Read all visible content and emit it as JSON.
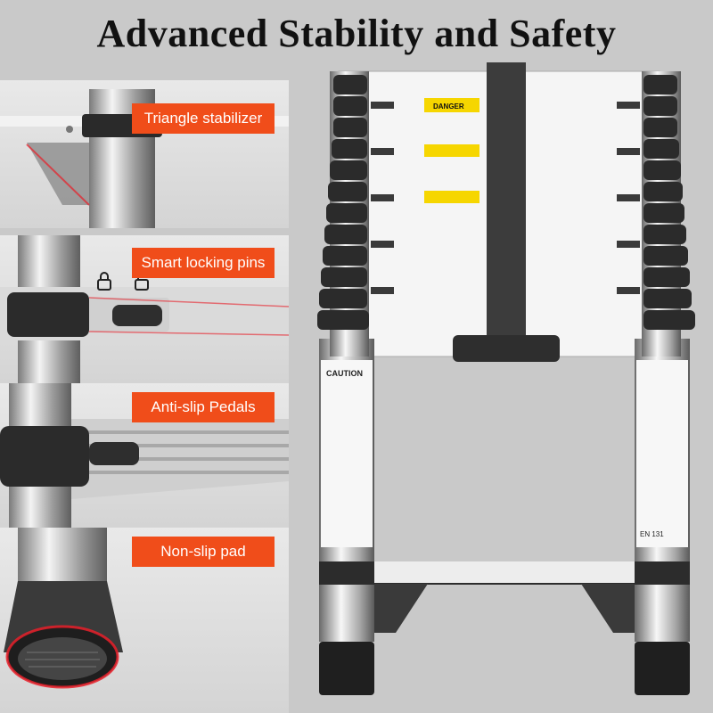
{
  "title": "Advanced Stability and Safety",
  "features": [
    {
      "label": "Triangle stabilizer",
      "icon": "triangle-stabilizer"
    },
    {
      "label": "Smart locking pins",
      "icon": "lock-pin"
    },
    {
      "label": "Anti-slip Pedals",
      "icon": "pedal"
    },
    {
      "label": "Non-slip pad",
      "icon": "foot-pad"
    }
  ],
  "ladder": {
    "danger_word": "DANGER",
    "caution_word": "CAUTION",
    "standard": "EN 131"
  },
  "colors": {
    "label_bg": "#f04d1a",
    "accent_red": "#e8202a",
    "warning_yellow": "#f6d600"
  }
}
